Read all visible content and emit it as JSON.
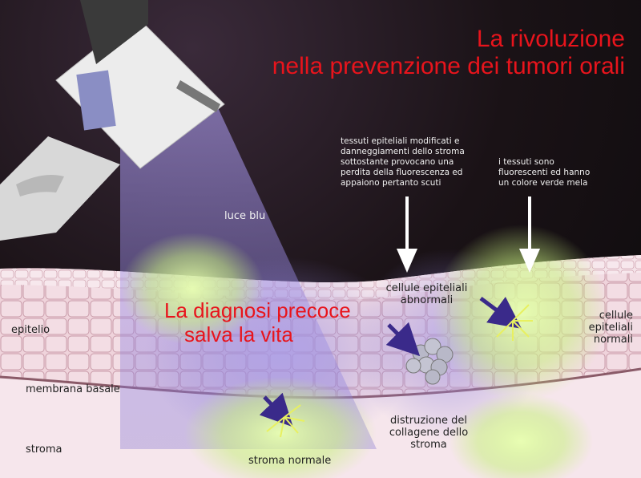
{
  "title_lines": [
    "La rivoluzione",
    "nella prevenzione dei tumori orali"
  ],
  "slogan_lines": [
    "La diagnosi precoce",
    "salva la vita"
  ],
  "labels": {
    "luce_blu": "luce blu",
    "epitelio": "epitelio",
    "membrana_basale": "membrana basale",
    "stroma": "stroma",
    "stroma_normale": "stroma normale",
    "cellule_abnormali_1": "cellule epiteliali",
    "cellule_abnormali_2": "abnormali",
    "cellule_normali_1": "cellule",
    "cellule_normali_2": "epiteliali",
    "cellule_normali_3": "normali",
    "distruzione_1": "distruzione del",
    "distruzione_2": "collagene dello",
    "distruzione_3": "stroma"
  },
  "annotations": {
    "left": [
      "tessuti epiteliali modificati e",
      "danneggiamenti dello stroma",
      "sottostante provocano una",
      "perdita della fluorescenza ed",
      "appaiono pertanto scuti"
    ],
    "right": [
      "i tessuti sono",
      "fluorescenti ed hanno",
      "un colore verde mela"
    ]
  },
  "colors": {
    "title": "#e8141c",
    "blue_light": "#8a7cd6",
    "green_glow": "#c8f080",
    "epithelium": "#eccfd6",
    "stroma": "#f6e6ec",
    "arrow_purple": "#3a2a8a"
  }
}
